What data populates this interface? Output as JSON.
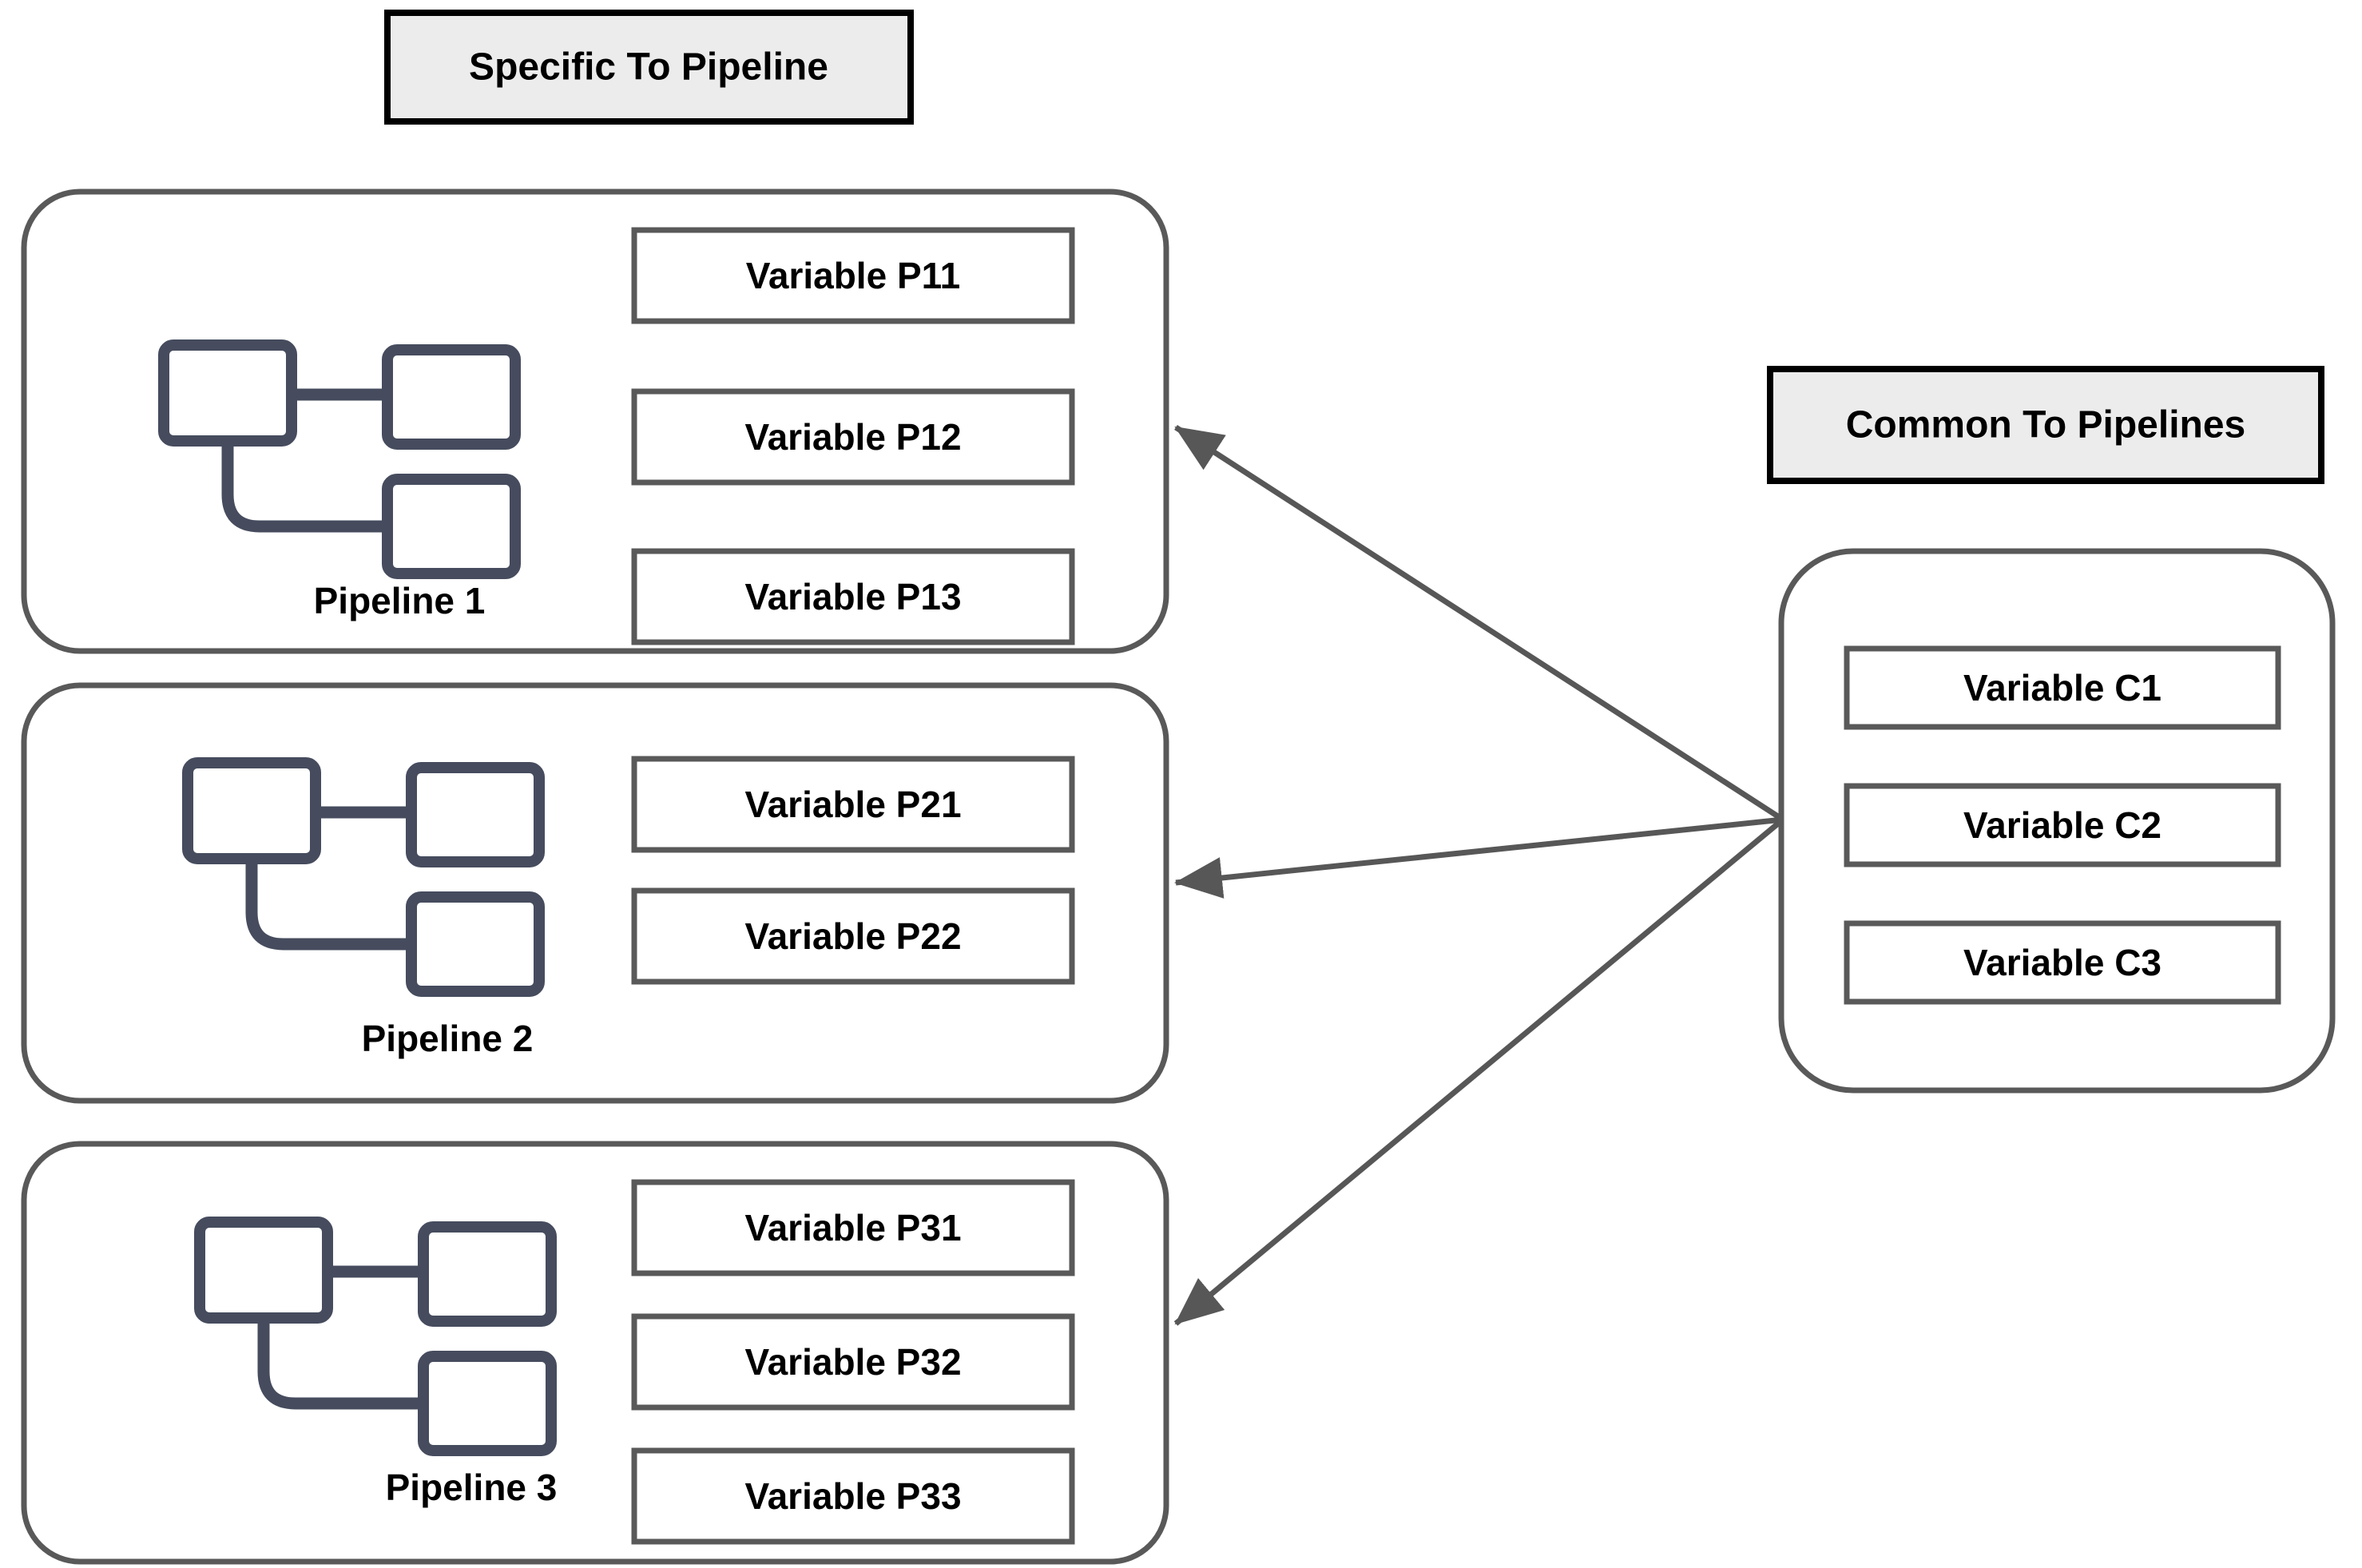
{
  "diagram_title": "Pipeline variables diagram",
  "colors": {
    "canvas_bg": "#ffffff",
    "header_bg": "#ececec",
    "header_border": "#000000",
    "container_border": "#595959",
    "box_border": "#595959",
    "arrow": "#575757",
    "icon": "#464c5e",
    "text": "#000000"
  },
  "headers": {
    "specific": "Specific To Pipeline",
    "common": "Common To Pipelines"
  },
  "pipelines": [
    {
      "label": "Pipeline 1",
      "variables": [
        "Variable P11",
        "Variable P12",
        "Variable P13"
      ]
    },
    {
      "label": "Pipeline 2",
      "variables": [
        "Variable P21",
        "Variable P22"
      ]
    },
    {
      "label": "Pipeline 3",
      "variables": [
        "Variable P31",
        "Variable P32",
        "Variable P33"
      ]
    }
  ],
  "common_group": {
    "variables": [
      "Variable C1",
      "Variable C2",
      "Variable C3"
    ]
  },
  "arrows": {
    "description": "from common group to each pipeline",
    "count": 3
  }
}
